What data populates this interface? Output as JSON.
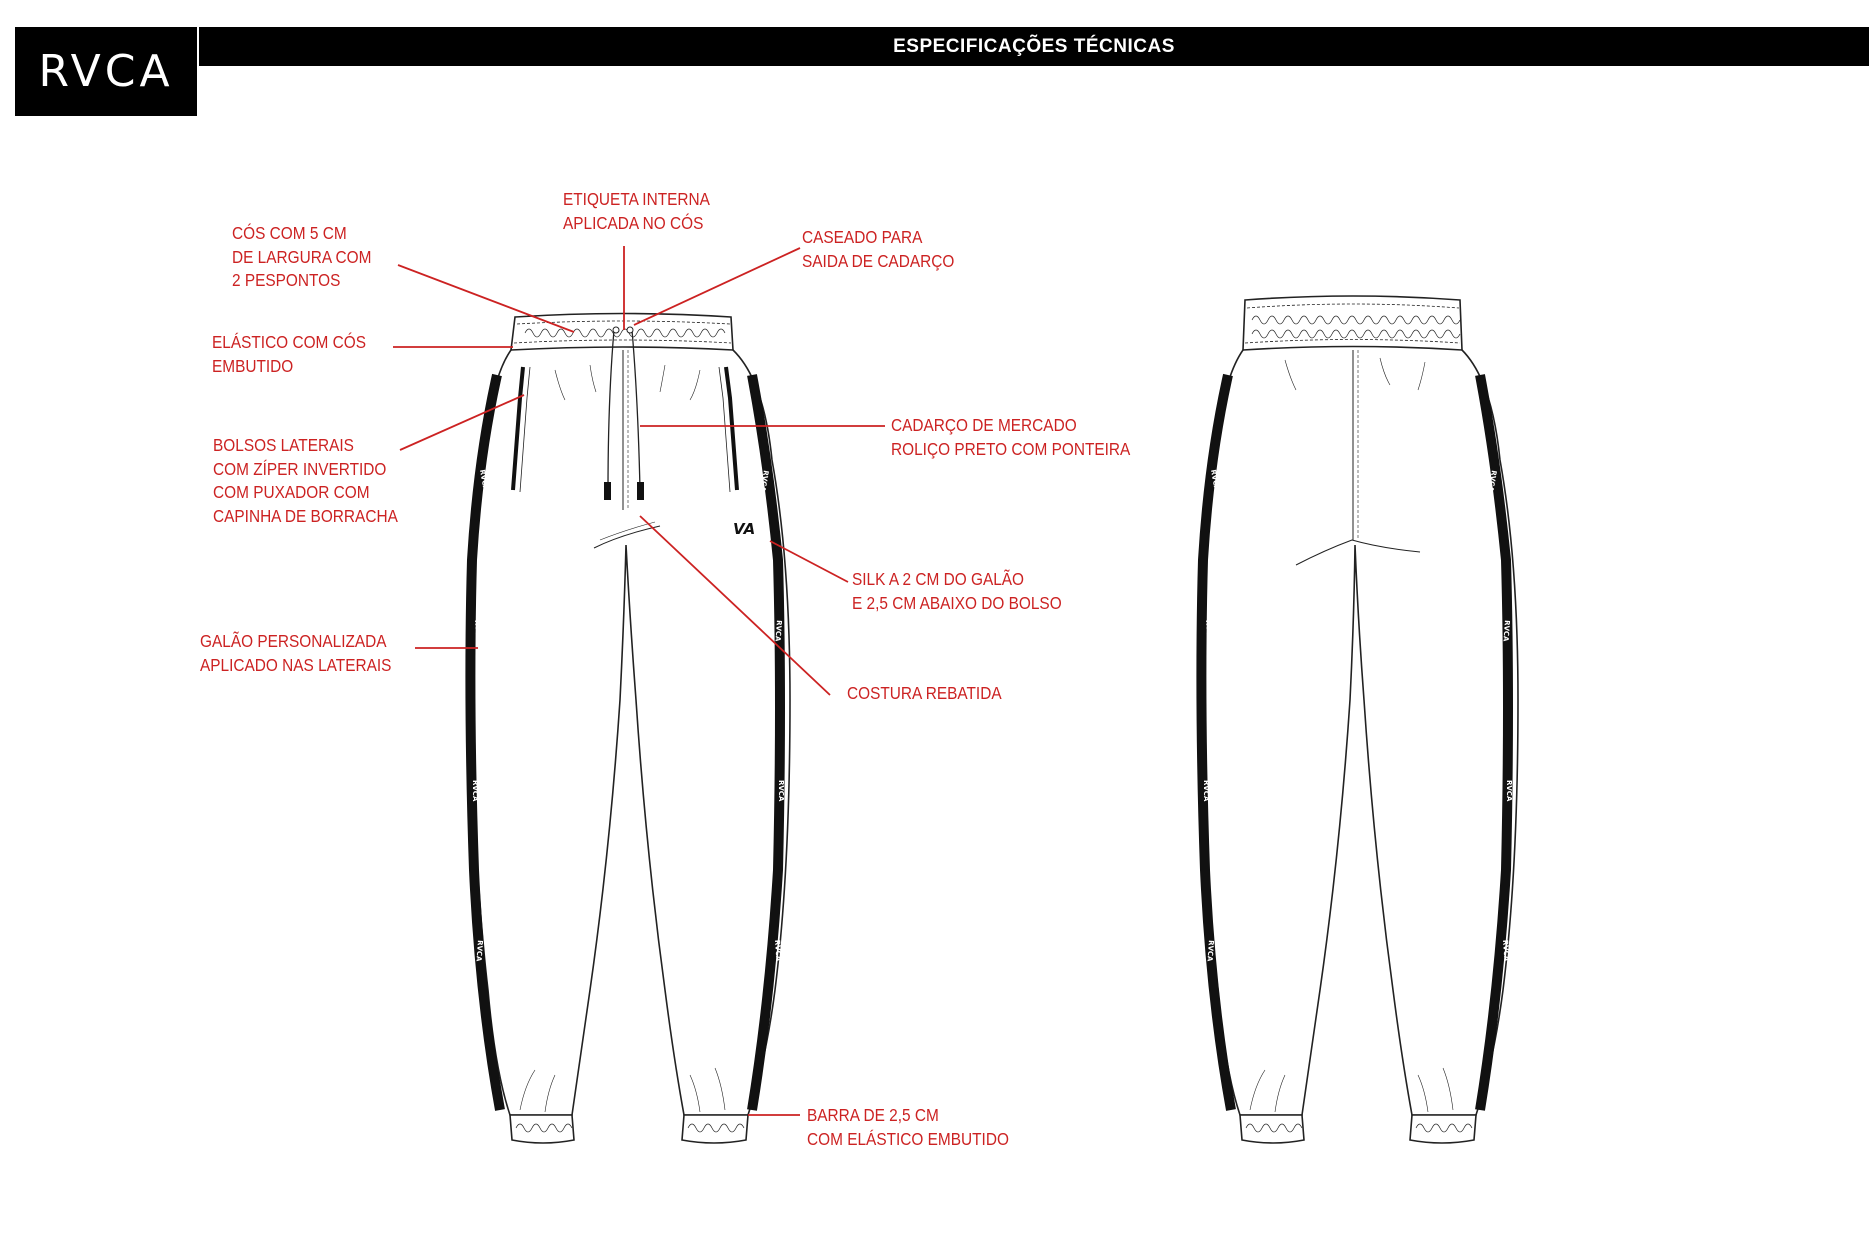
{
  "header": {
    "logo_text": "RVCA",
    "title": "ESPECIFICAÇÕES TÉCNICAS"
  },
  "callouts": {
    "waistband": [
      "CÓS COM 5 CM",
      "DE LARGURA COM",
      "2 PESPONTOS"
    ],
    "inner_label": [
      "ETIQUETA INTERNA",
      "APLICADA NO CÓS"
    ],
    "buttonhole": [
      "CASEADO PARA",
      "SAIDA DE CADARÇO"
    ],
    "elastic": [
      "ELÁSTICO COM CÓS",
      "EMBUTIDO"
    ],
    "pockets": [
      "BOLSOS LATERAIS",
      "COM ZÍPER INVERTIDO",
      "COM PUXADOR COM",
      "CAPINHA DE BORRACHA"
    ],
    "drawcord": [
      "CADARÇO DE MERCADO",
      "ROLIÇO PRETO COM PONTEIRA"
    ],
    "silk": [
      "SILK A 2 CM DO GALÃO",
      "E 2,5 CM ABAIXO DO BOLSO"
    ],
    "side_tape": [
      "GALÃO PERSONALIZADA",
      "APLICADO NAS LATERAIS"
    ],
    "seam": [
      "COSTURA REBATIDA"
    ],
    "hem": [
      "BARRA DE 2,5 CM",
      "COM ELÁSTICO EMBUTIDO"
    ]
  },
  "colors": {
    "callout": "#cc2222",
    "ink": "#000000",
    "tape": "#111111"
  },
  "tape_text": "RVCA",
  "chest_logo_text": "VA"
}
